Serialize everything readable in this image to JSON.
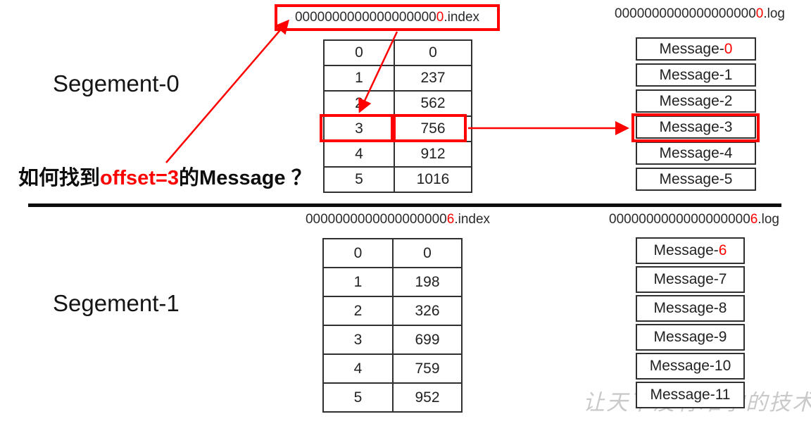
{
  "colors": {
    "accent_red": "#ff0000",
    "table_border": "#303030",
    "divider_black": "#0d0d0d",
    "watermark_gray": "#a5a5a5"
  },
  "question": {
    "prefix": "如何找到",
    "highlight": "offset=3",
    "suffix": "的Message ？"
  },
  "watermark": "让天下没有难学的技术",
  "segments": [
    {
      "label": "Segement-0",
      "index_file": {
        "zeros": "0000000000000000000",
        "digit": "0",
        "ext": ".index"
      },
      "log_file": {
        "zeros": "0000000000000000000",
        "digit": "0",
        "ext": ".log"
      },
      "index_table": {
        "highlight_row_offset": "3",
        "rows": [
          {
            "offset": "0",
            "position": "0"
          },
          {
            "offset": "1",
            "position": "237"
          },
          {
            "offset": "2",
            "position": "562"
          },
          {
            "offset": "3",
            "position": "756"
          },
          {
            "offset": "4",
            "position": "912"
          },
          {
            "offset": "5",
            "position": "1016"
          }
        ]
      },
      "messages": [
        {
          "prefix": "Message-",
          "num": "0",
          "red_num": true
        },
        {
          "prefix": "Message-",
          "num": "1",
          "red_num": false
        },
        {
          "prefix": "Message-",
          "num": "2",
          "red_num": false
        },
        {
          "prefix": "Message-",
          "num": "3",
          "red_num": false,
          "highlighted": true
        },
        {
          "prefix": "Message-",
          "num": "4",
          "red_num": false
        },
        {
          "prefix": "Message-",
          "num": "5",
          "red_num": false
        }
      ]
    },
    {
      "label": "Segement-1",
      "index_file": {
        "zeros": "0000000000000000000",
        "digit": "6",
        "ext": ".index"
      },
      "log_file": {
        "zeros": "0000000000000000000",
        "digit": "6",
        "ext": ".log"
      },
      "index_table": {
        "rows": [
          {
            "offset": "0",
            "position": "0"
          },
          {
            "offset": "1",
            "position": "198"
          },
          {
            "offset": "2",
            "position": "326"
          },
          {
            "offset": "3",
            "position": "699"
          },
          {
            "offset": "4",
            "position": "759"
          },
          {
            "offset": "5",
            "position": "952"
          }
        ]
      },
      "messages": [
        {
          "prefix": "Message-",
          "num": "6",
          "red_num": true
        },
        {
          "prefix": "Message-",
          "num": "7",
          "red_num": false
        },
        {
          "prefix": "Message-",
          "num": "8",
          "red_num": false
        },
        {
          "prefix": "Message-",
          "num": "9",
          "red_num": false
        },
        {
          "prefix": "Message-",
          "num": "10",
          "red_num": false
        },
        {
          "prefix": "Message-",
          "num": "11",
          "red_num": false
        }
      ]
    }
  ]
}
